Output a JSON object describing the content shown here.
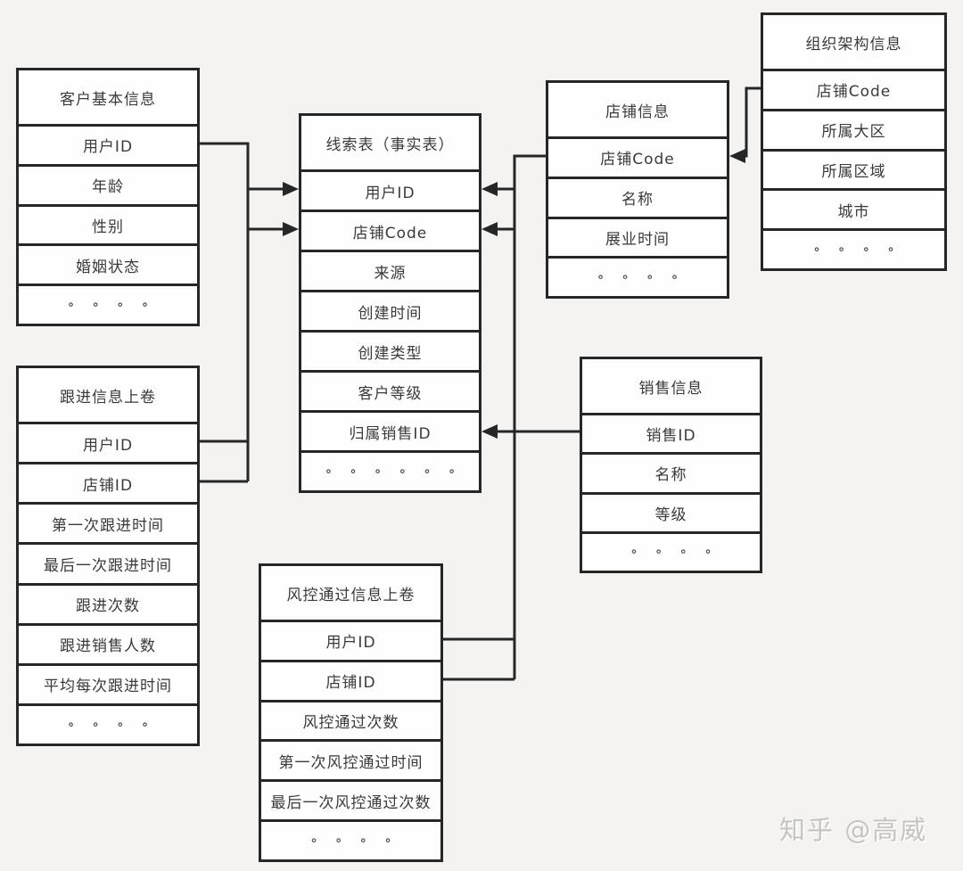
{
  "colors": {
    "background": "#f4f3f1",
    "box_fill": "#fefefe",
    "line": "#262626",
    "text": "#3a3a3a",
    "watermark": "#c6c4c1"
  },
  "watermark": "知乎 @高威",
  "tables": {
    "fact": {
      "title": "线索表（事实表）",
      "rows": [
        "用户ID",
        "店铺Code",
        "来源",
        "创建时间",
        "创建类型",
        "客户等级",
        "归属销售ID",
        "∘ ∘ ∘ ∘ ∘ ∘"
      ]
    },
    "customer": {
      "title": "客户基本信息",
      "rows": [
        "用户ID",
        "年龄",
        "性别",
        "婚姻状态",
        "∘ ∘ ∘ ∘"
      ]
    },
    "followup": {
      "title": "跟进信息上卷",
      "rows": [
        "用户ID",
        "店铺ID",
        "第一次跟进时间",
        "最后一次跟进时间",
        "跟进次数",
        "跟进销售人数",
        "平均每次跟进时间",
        "∘ ∘ ∘ ∘"
      ]
    },
    "shop": {
      "title": "店铺信息",
      "rows": [
        "店铺Code",
        "名称",
        "展业时间",
        "∘ ∘ ∘ ∘"
      ]
    },
    "org": {
      "title": "组织架构信息",
      "rows": [
        "店铺Code",
        "所属大区",
        "所属区域",
        "城市",
        "∘ ∘ ∘ ∘"
      ]
    },
    "sales": {
      "title": "销售信息",
      "rows": [
        "销售ID",
        "名称",
        "等级",
        "∘ ∘ ∘ ∘"
      ]
    },
    "risk": {
      "title": "风控通过信息上卷",
      "rows": [
        "用户ID",
        "店铺ID",
        "风控通过次数",
        "第一次风控通过时间",
        "最后一次风控通过次数",
        "∘ ∘ ∘ ∘"
      ]
    }
  },
  "relations": [
    {
      "from": "客户基本信息.用户ID",
      "to": "线索表（事实表）.用户ID"
    },
    {
      "from": "跟进信息上卷.用户ID",
      "to": "线索表（事实表）.用户ID"
    },
    {
      "from": "跟进信息上卷.店铺ID",
      "to": "线索表（事实表）.店铺Code"
    },
    {
      "from": "店铺信息.店铺Code",
      "to": "线索表（事实表）.店铺Code"
    },
    {
      "from": "组织架构信息.店铺Code",
      "to": "店铺信息.店铺Code"
    },
    {
      "from": "销售信息.销售ID",
      "to": "线索表（事实表）.归属销售ID"
    },
    {
      "from": "风控通过信息上卷.用户ID",
      "to": "线索表（事实表）.用户ID"
    },
    {
      "from": "风控通过信息上卷.店铺ID",
      "to": "线索表（事实表）.店铺Code"
    }
  ]
}
